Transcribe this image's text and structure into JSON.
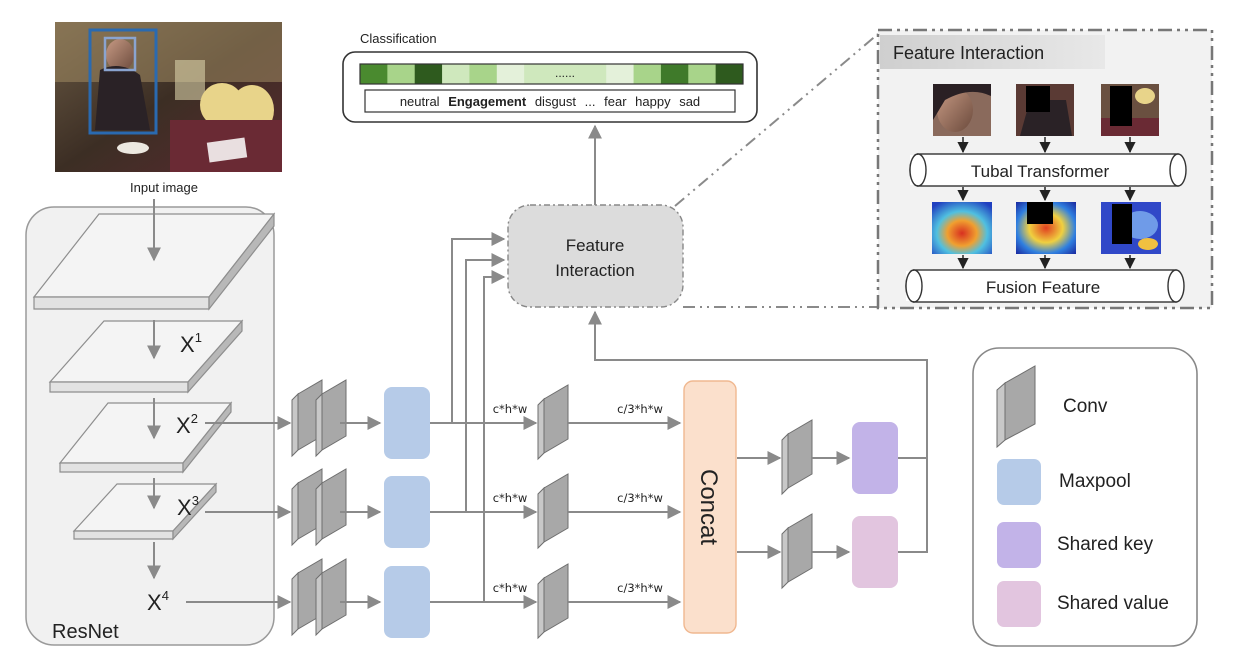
{
  "input_image": {
    "caption": "Input image"
  },
  "resnet": {
    "label": "ResNet",
    "stage_labels": [
      "X",
      "X",
      "X",
      "X"
    ],
    "stage_sups": [
      "1",
      "2",
      "3",
      "4"
    ]
  },
  "classification": {
    "title": "Classification",
    "ellipsis": "......",
    "classes": [
      "neutral",
      "Engagement",
      "disgust",
      "...",
      "fear",
      "happy",
      "sad"
    ],
    "bar_colors": [
      "#4a8a2f",
      "#a8d48a",
      "#2e5a1e",
      "#cfe8bd",
      "#a8d48a",
      "#e4f1da",
      "#cfe8bd",
      "#cfe8bd",
      "#cfe8bd",
      "#e4f1da",
      "#a8d48a",
      "#3f7a2a",
      "#a8d48a",
      "#2e5a1e"
    ]
  },
  "feature_interaction_node": {
    "line1": "Feature",
    "line2": "Interaction"
  },
  "feature_interaction_panel": {
    "title": "Feature Interaction",
    "tubal": "Tubal Transformer",
    "fusion": "Fusion Feature"
  },
  "branches": {
    "in_dim": "c*h*w",
    "out_dim": "c/3*h*w"
  },
  "concat": {
    "label": "Concat"
  },
  "legend": {
    "items": [
      {
        "label": "Conv",
        "color": "#a8a8a8"
      },
      {
        "label": "Maxpool",
        "color": "#b6cbe8"
      },
      {
        "label": "Shared key",
        "color": "#c2b3e8"
      },
      {
        "label": "Shared value",
        "color": "#e2c5df"
      }
    ]
  },
  "colors": {
    "maxpool": "#b6cbe8",
    "concat_fill": "#fbe0cc",
    "concat_border": "#f0b890",
    "key": "#c2b3e8",
    "value": "#e2c5df",
    "conv": "#a8a8a8"
  }
}
